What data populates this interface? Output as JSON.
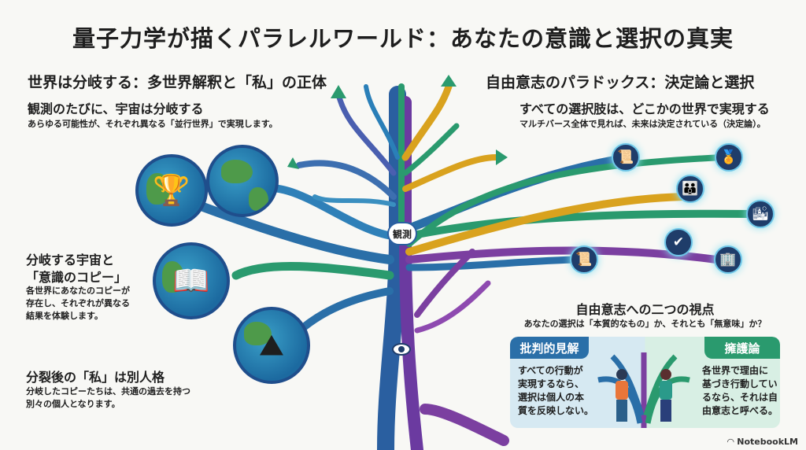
{
  "title": "量子力学が描くパラレルワールド：あなたの意識と選択の真実",
  "left": {
    "heading": "世界は分岐する：多世界解釈と「私」の正体",
    "s1": {
      "title": "観測のたびに、宇宙は分岐する",
      "text": "あらゆる可能性が、それぞれ異なる「並行世界」で実現します。"
    },
    "s2": {
      "title1": "分岐する宇宙と",
      "title2": "「意識のコピー」",
      "lines": [
        "各世界にあなたのコピーが",
        "存在し、それぞれが異なる",
        "結果を体験します。"
      ]
    },
    "s3": {
      "title": "分裂後の「私」は別人格",
      "lines": [
        "分岐したコピーたちは、共通の過去を持つ",
        "別々の個人となります。"
      ]
    }
  },
  "tree": {
    "node_label": "観測"
  },
  "right": {
    "heading": "自由意志のパラドックス：決定論と選択",
    "s1": {
      "title": "すべての選択肢は、どこかの世界で実現する",
      "text": "マルチバース全体で見れば、未来は決定されている（決定論）。"
    },
    "views": {
      "title": "自由意志への二つの視点",
      "subtitle": "あなたの選択は「本質的なもの」か、それとも「無意味」か？",
      "critical": {
        "label": "批判的見解",
        "lines": [
          "すべての行動が",
          "実現するなら、",
          "選択は個人の本",
          "質を反映しない。"
        ]
      },
      "defense": {
        "label": "擁護論",
        "lines": [
          "各世界で理由に",
          "基づき行動してい",
          "るなら、それは自",
          "由意志と呼べる。"
        ]
      }
    }
  },
  "brand": "NotebookLM",
  "colors": {
    "blue": "#2a6fa8",
    "green": "#2a9a6e",
    "purple": "#7b3fa0",
    "gold": "#d9a21e"
  }
}
